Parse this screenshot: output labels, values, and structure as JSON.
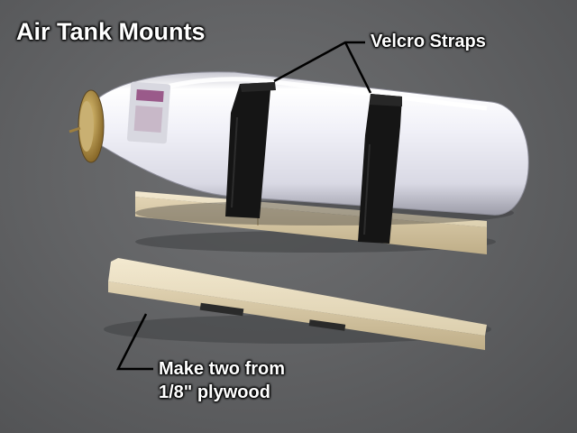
{
  "labels": {
    "title": "Air Tank Mounts",
    "velcro": "Velcro Straps",
    "make_line1": "Make two from",
    "make_line2": "1/8\" plywood"
  },
  "colors": {
    "background": "#626365",
    "tank": "#eeeef6",
    "strap": "#151515",
    "plywood": "#ece0c4",
    "valve_brass": "#b8964a",
    "annotation_text": "#ffffff",
    "leader_line": "#000000"
  }
}
